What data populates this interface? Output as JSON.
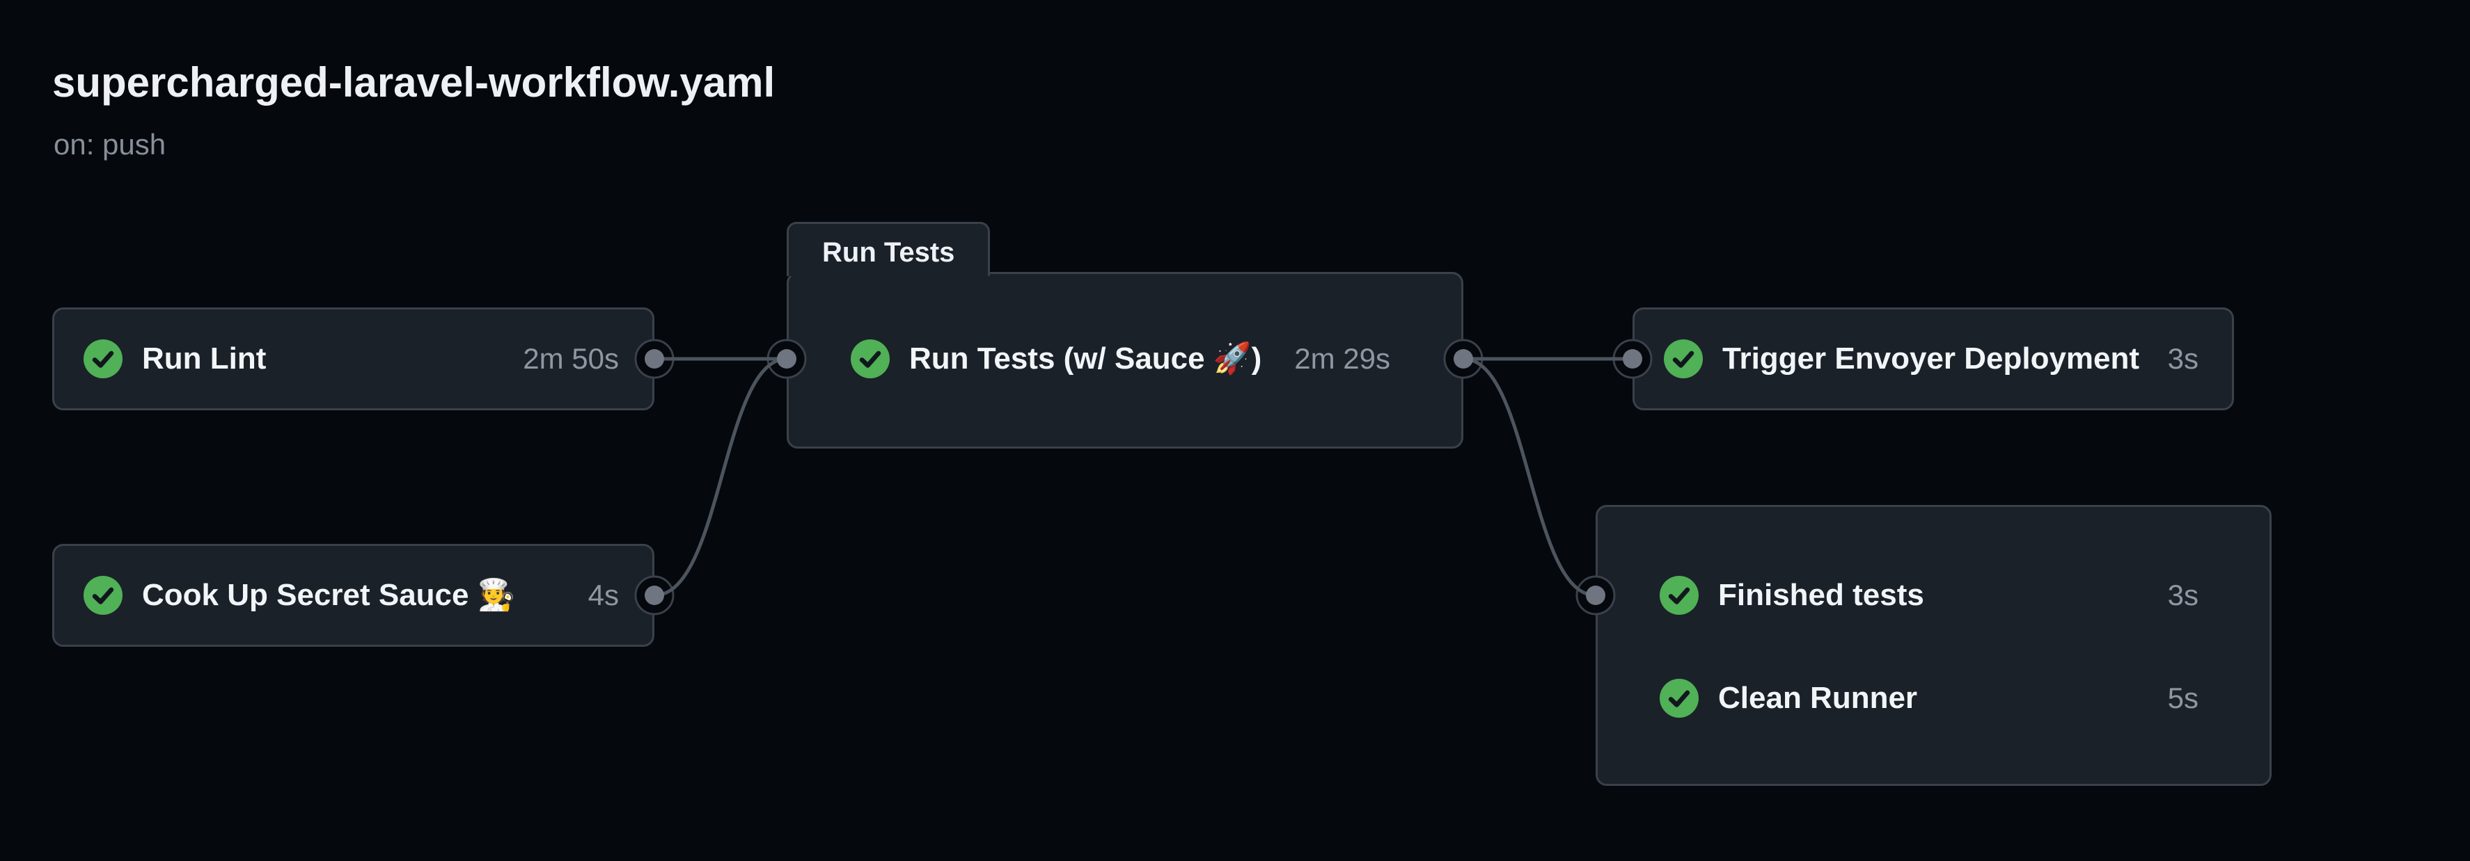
{
  "page": {
    "title": "supercharged-laravel-workflow.yaml",
    "trigger": "on: push"
  },
  "groups": {
    "run_tests": {
      "label": "Run Tests"
    }
  },
  "jobs": {
    "run_lint": {
      "label": "Run Lint",
      "duration": "2m 50s",
      "status": "success"
    },
    "cook_up_secret_sauce": {
      "label": "Cook Up Secret Sauce 🧑‍🍳",
      "duration": "4s",
      "status": "success"
    },
    "run_tests_w_sauce": {
      "label": "Run Tests (w/ Sauce 🚀)",
      "duration": "2m 29s",
      "status": "success"
    },
    "trigger_envoyer_deployment": {
      "label": "Trigger Envoyer Deployment",
      "duration": "3s",
      "status": "success"
    },
    "finished_tests": {
      "label": "Finished tests",
      "duration": "3s",
      "status": "success"
    },
    "clean_runner": {
      "label": "Clean Runner",
      "duration": "5s",
      "status": "success"
    }
  },
  "icons": {
    "success_check": "check-circle-fill-icon"
  },
  "colors": {
    "background": "#05080c",
    "card_background": "#1b2129",
    "card_border": "#3a414b",
    "edge_line": "#4c545e",
    "connector_dot": "#6f7681",
    "success_green": "#50b157",
    "check_glyph": "#12171e",
    "text_primary": "#f2f5f8",
    "text_muted": "#8f97a2"
  }
}
